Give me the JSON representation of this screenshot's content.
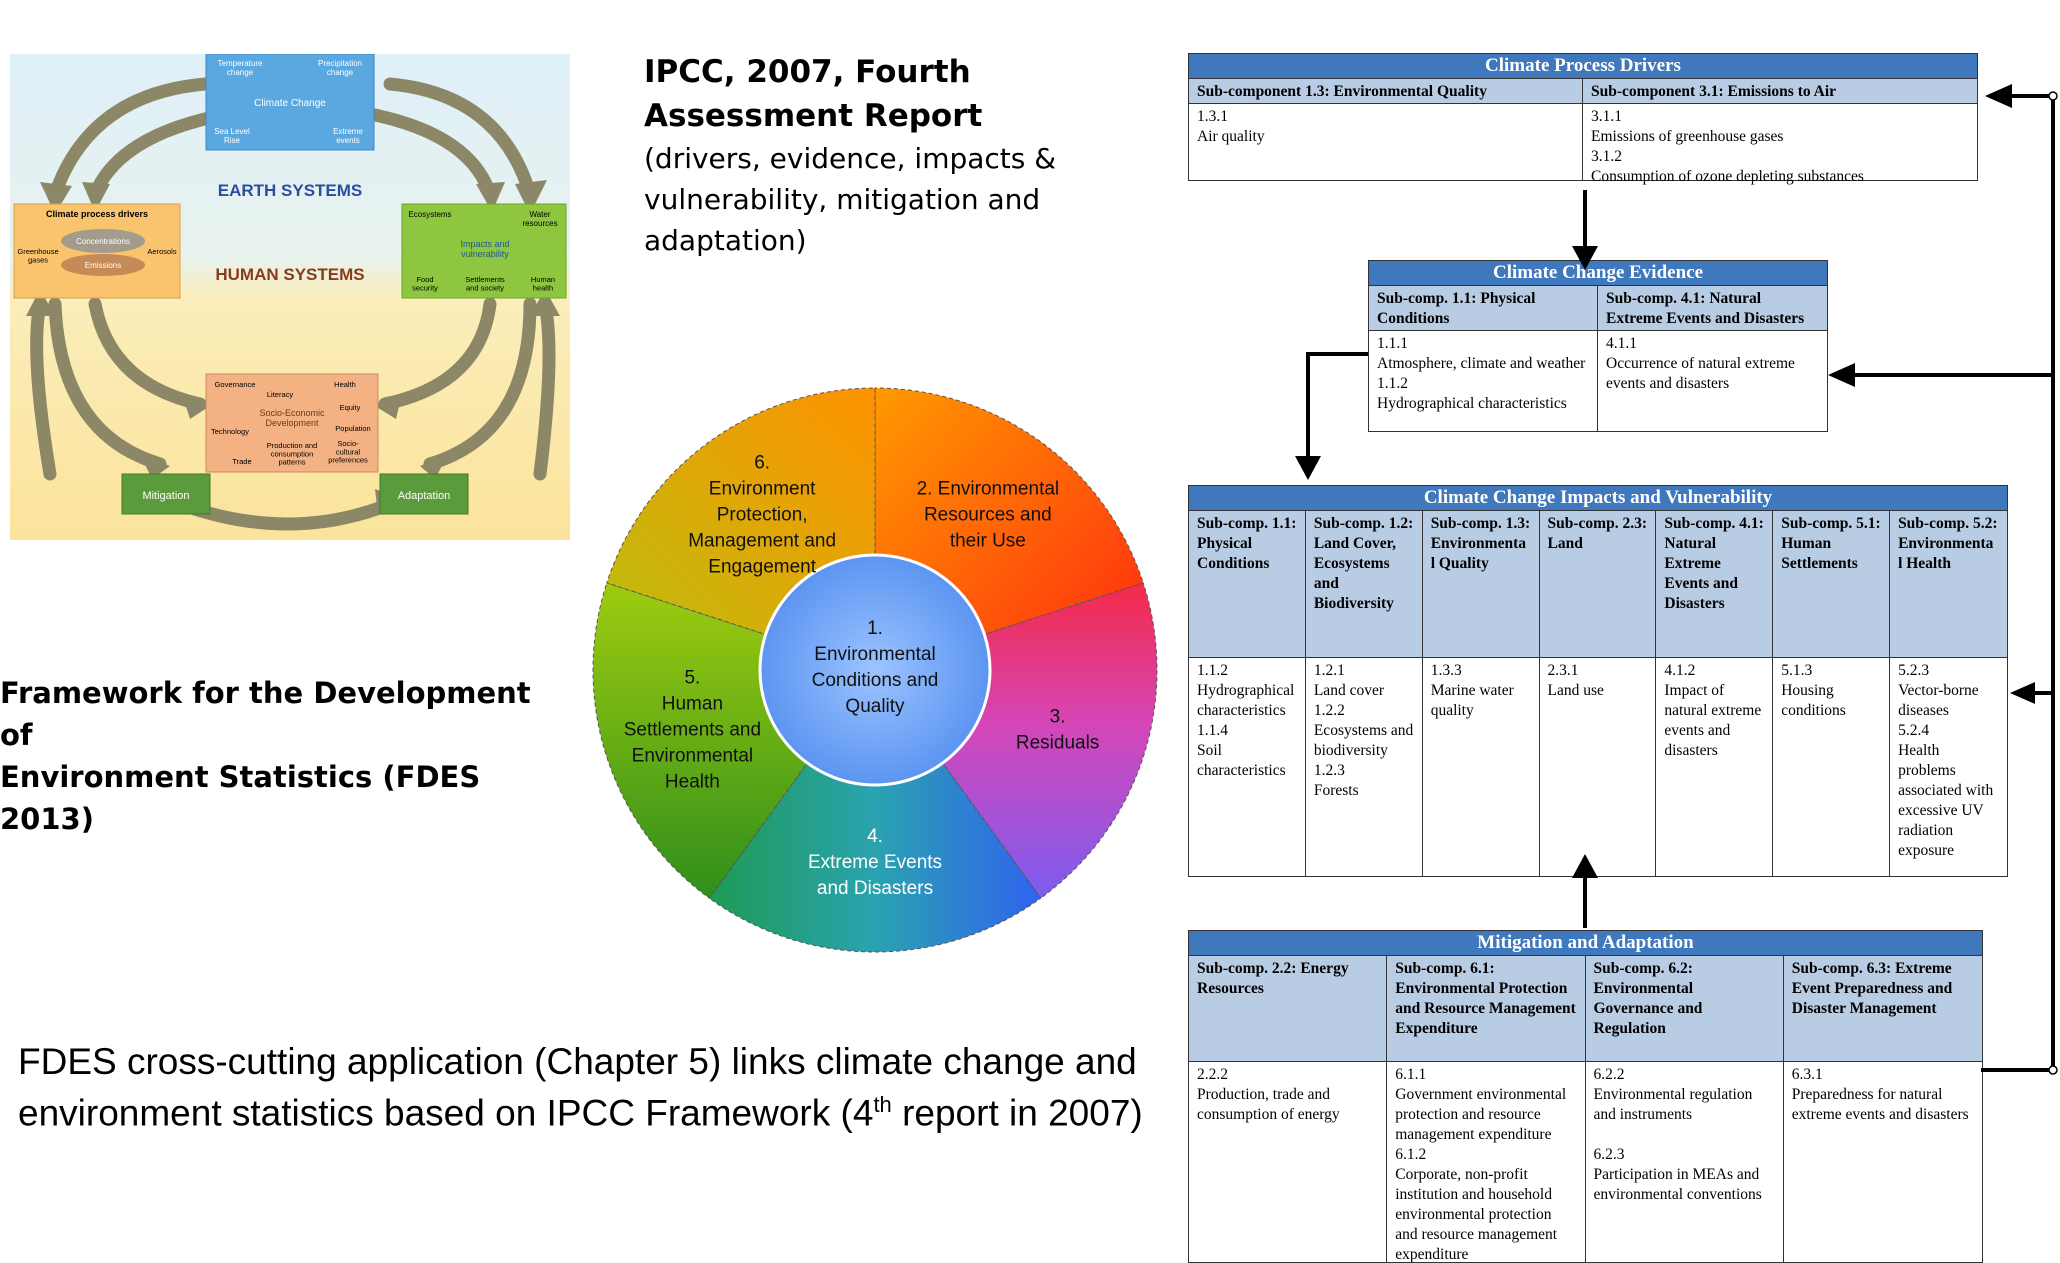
{
  "ipcc_figure": {
    "top_box": {
      "temperature": "Temperature\nchange",
      "precipitation": "Precipitation\nchange",
      "center": "Climate Change",
      "sea_level": "Sea Level\nRise",
      "extreme": "Extreme\nevents"
    },
    "earth_systems": "EARTH SYSTEMS",
    "human_systems": "HUMAN SYSTEMS",
    "left_box": {
      "title": "Climate process drivers",
      "concentrations": "Concentrations",
      "emissions": "Emissions",
      "greenhouse": "Greenhouse\ngases",
      "aerosols": "Aerosols"
    },
    "right_box": {
      "ecosystems": "Ecosystems",
      "water": "Water\nresources",
      "impacts": "Impacts and\nvulnerability",
      "food": "Food\nsecurity",
      "settlements": "Settlements\nand society",
      "health": "Human\nhealth"
    },
    "bottom_box": {
      "governance": "Governance",
      "health": "Health",
      "literacy": "Literacy",
      "equity": "Equity",
      "center": "Socio-Economic\nDevelopment",
      "technology": "Technology",
      "population": "Population",
      "trade": "Trade",
      "production": "Production and\nconsumption\npatterns",
      "sociocultural": "Socio-\ncultural\npreferences"
    },
    "mitigation": "Mitigation",
    "adaptation": "Adaptation",
    "colors": {
      "sky": "#dbeef8",
      "sand": "#fbe6a6",
      "arrow": "#8c8766",
      "orange_box": "#f7c873",
      "green_box": "#8ec63f",
      "brown_box": "#f4b183",
      "mit_box": "#5b9b3b"
    }
  },
  "ipcc_title": {
    "line1": "IPCC, 2007, Fourth",
    "line2": "Assessment Report",
    "subtitle": "(drivers, evidence, impacts & vulnerability, mitigation and adaptation)"
  },
  "fdes_title": {
    "line1": "Framework for the Development of",
    "line2": "Environment Statistics (FDES 2013)"
  },
  "caption": {
    "text_main": "FDES cross-cutting application (Chapter 5) links climate change and environment statistics based on IPCC Framework (4",
    "sup": "th",
    "text_end": " report in 2007)"
  },
  "wheel": {
    "center": "1.\nEnvironmental\nConditions and\nQuality",
    "segments": [
      {
        "label": "2.    Environmental\nResources and\ntheir Use"
      },
      {
        "label": "3.\nResiduals"
      },
      {
        "label": "4.\nExtreme Events\nand Disasters"
      },
      {
        "label": "5.\nHuman\nSettlements and\nEnvironmental\nHealth"
      },
      {
        "label": "6.\nEnvironment\nProtection,\nManagement and\nEngagement"
      }
    ],
    "colors": {
      "center": "#6ea3f0",
      "orange": "#ff8a00",
      "red": "#f4283c",
      "violet": "#9a57e0",
      "blue": "#2e5ff0",
      "green": "#3e9d1a",
      "yellow": "#d9b800"
    }
  },
  "tables": {
    "drivers": {
      "title": "Climate Process Drivers",
      "headers": [
        "Sub-component 1.3: Environmental Quality",
        "Sub-component 3.1: Emissions to Air"
      ],
      "cells": [
        "1.3.1\nAir quality",
        "3.1.1\nEmissions of greenhouse gases\n3.1.2\nConsumption of ozone depleting substances"
      ]
    },
    "evidence": {
      "title": "Climate Change Evidence",
      "headers": [
        "Sub-comp. 1.1: Physical Conditions",
        "Sub-comp. 4.1: Natural Extreme Events and Disasters"
      ],
      "cells": [
        "1.1.1\nAtmosphere, climate and weather\n1.1.2\nHydrographical characteristics",
        "4.1.1\nOccurrence of natural extreme events and disasters"
      ]
    },
    "impacts": {
      "title": "Climate Change Impacts and Vulnerability",
      "headers": [
        "Sub-comp. 1.1: Physical Conditions",
        "Sub-comp. 1.2: Land Cover, Ecosystems and Biodiversity",
        "Sub-comp. 1.3: Environmenta l Quality",
        "Sub-comp. 2.3: Land",
        "Sub-comp. 4.1: Natural Extreme Events and Disasters",
        "Sub-comp. 5.1: Human Settlements",
        "Sub-comp. 5.2: Environmenta l Health"
      ],
      "cells": [
        "1.1.2\nHydrographical characteristics\n1.1.4\nSoil characteristics",
        "1.2.1\nLand cover\n1.2.2\nEcosystems and biodiversity\n1.2.3\nForests",
        "1.3.3\nMarine water quality",
        "2.3.1\nLand use",
        "4.1.2\nImpact of natural extreme events and disasters",
        "5.1.3\nHousing conditions",
        "5.2.3\nVector-borne diseases\n5.2.4\nHealth problems associated with excessive UV radiation exposure"
      ]
    },
    "mitigation": {
      "title": "Mitigation and Adaptation",
      "headers": [
        "Sub-comp. 2.2: Energy Resources",
        "Sub-comp. 6.1: Environmental Protection and Resource Management Expenditure",
        "Sub-comp. 6.2: Environmental Governance and Regulation",
        "Sub-comp. 6.3: Extreme Event Preparedness and Disaster Management"
      ],
      "cells": [
        "2.2.2\nProduction, trade and consumption of energy",
        "6.1.1\nGovernment environmental protection and resource management expenditure\n6.1.2\nCorporate, non-profit institution and household environmental protection and resource management expenditure",
        "6.2.2\nEnvironmental regulation and instruments\n\n6.2.3\nParticipation in MEAs and environmental conventions",
        "6.3.1\nPreparedness for natural extreme events and disasters"
      ]
    }
  }
}
